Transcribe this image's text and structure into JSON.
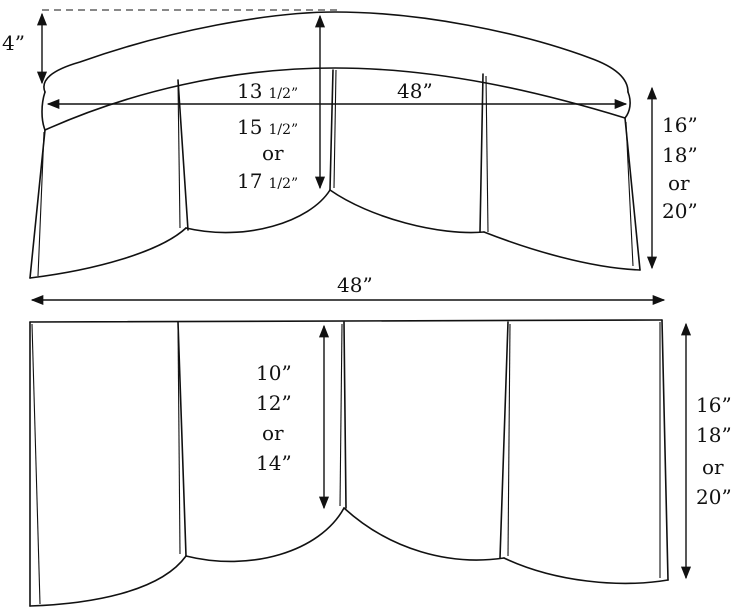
{
  "top": {
    "drop_label": "4”",
    "center_width_label": "48”",
    "mid_length": [
      {
        "whole": "13",
        "frac": "1/2”"
      },
      {
        "whole": "15",
        "frac": "1/2”"
      },
      {
        "text": "or"
      },
      {
        "whole": "17",
        "frac": "1/2”"
      }
    ],
    "side_length": [
      "16”",
      "18”",
      "or",
      "20”"
    ]
  },
  "width_label": "48”",
  "bottom": {
    "mid_length": [
      "10”",
      "12”",
      "or",
      "14”"
    ],
    "side_length": [
      "16”",
      "18”",
      "or",
      "20”"
    ]
  }
}
